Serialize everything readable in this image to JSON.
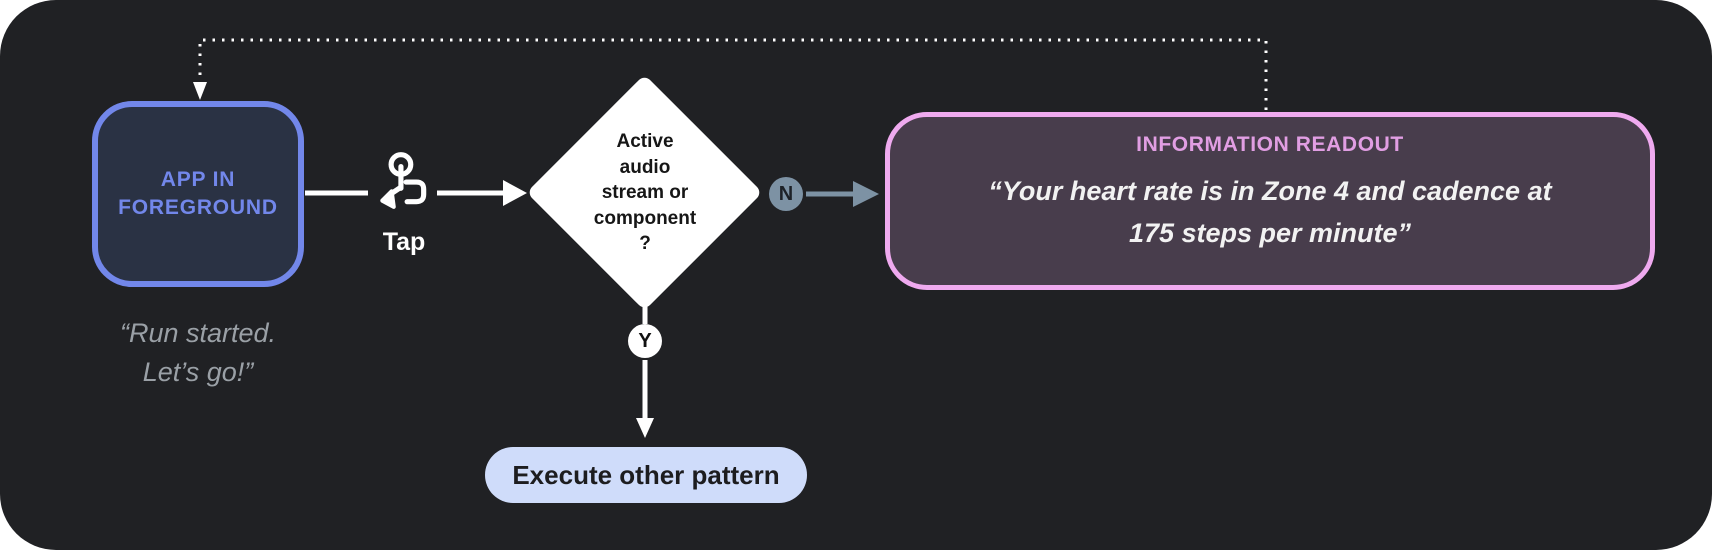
{
  "diagram": {
    "app_node": {
      "line1": "APP IN",
      "line2": "FOREGROUND"
    },
    "app_caption": {
      "line1": "“Run started.",
      "line2": "Let’s go!”"
    },
    "tap_label": "Tap",
    "decision_node": {
      "lines": [
        "Active",
        "audio",
        "stream or",
        "component",
        "?"
      ]
    },
    "branch_no": "N",
    "branch_yes": "Y",
    "readout": {
      "title": "INFORMATION READOUT",
      "line1": "“Your heart rate is in Zone 4 and cadence at",
      "line2": "175 steps per minute”"
    },
    "action_node": {
      "label": "Execute other pattern"
    },
    "icons": {
      "tap": "tap-gesture-icon"
    }
  },
  "colors": {
    "canvas_background": "#202124",
    "app_node_border": "#7287EA",
    "app_node_fill": "#2A3244",
    "app_node_text": "#7287EA",
    "caption_text": "#9AA0A6",
    "decision_fill": "#FFFFFF",
    "decision_text": "#161616",
    "no_branch": "#7D92A4",
    "yes_branch": "#FFFFFF",
    "readout_border": "#EFAAEF",
    "readout_fill": "#483D4C",
    "readout_title": "#E19EE3",
    "readout_body": "#F2F2F2",
    "action_pill_fill": "#CFDCFA",
    "action_pill_text": "#1D1D1F",
    "connector": "#FFFFFF"
  }
}
